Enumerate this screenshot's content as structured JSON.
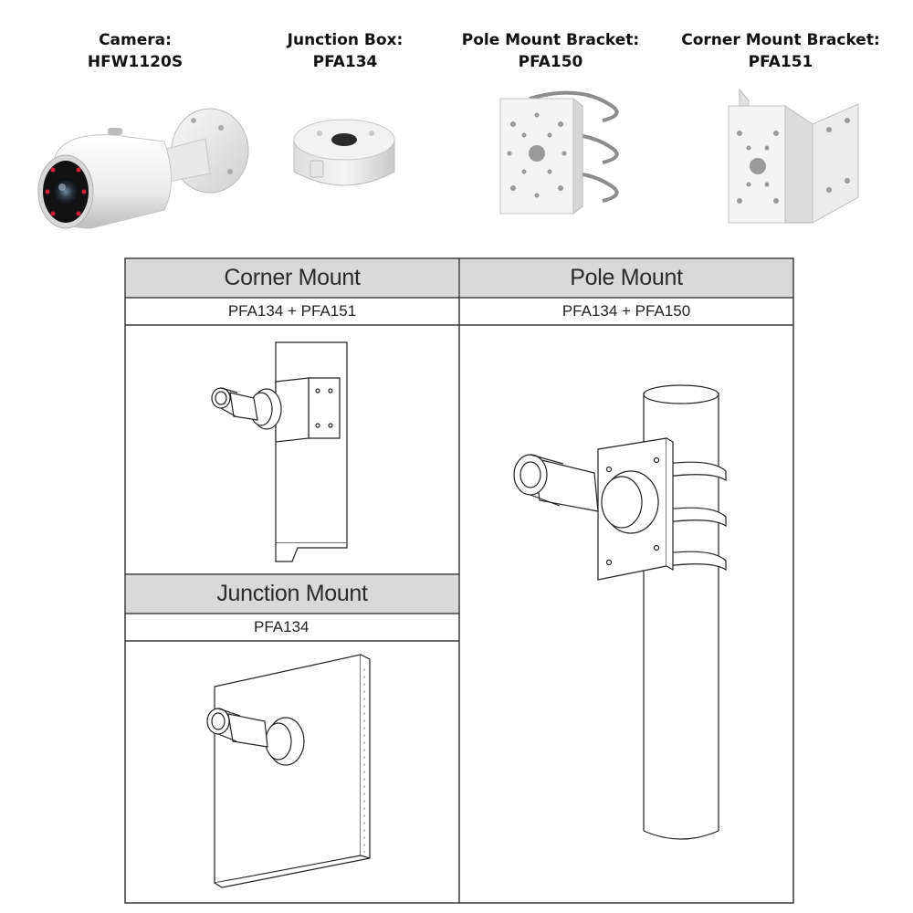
{
  "products": [
    {
      "role": "Camera:",
      "model": "HFW1120S",
      "icon": "bullet-camera-photo"
    },
    {
      "role": "Junction Box:",
      "model": "PFA134",
      "icon": "junction-box-photo"
    },
    {
      "role": "Pole Mount Bracket:",
      "model": "PFA150",
      "icon": "pole-mount-bracket-photo"
    },
    {
      "role": "Corner Mount Bracket:",
      "model": "PFA151",
      "icon": "corner-mount-bracket-photo"
    }
  ],
  "mounts": {
    "corner": {
      "title": "Corner Mount",
      "parts": "PFA134 + PFA151"
    },
    "pole": {
      "title": "Pole Mount",
      "parts": "PFA134 + PFA150"
    },
    "junction": {
      "title": "Junction Mount",
      "parts": "PFA134"
    }
  },
  "colors": {
    "header_bg": "#d9d9d9",
    "border": "#3a3a3a",
    "line_art": "#222222"
  }
}
